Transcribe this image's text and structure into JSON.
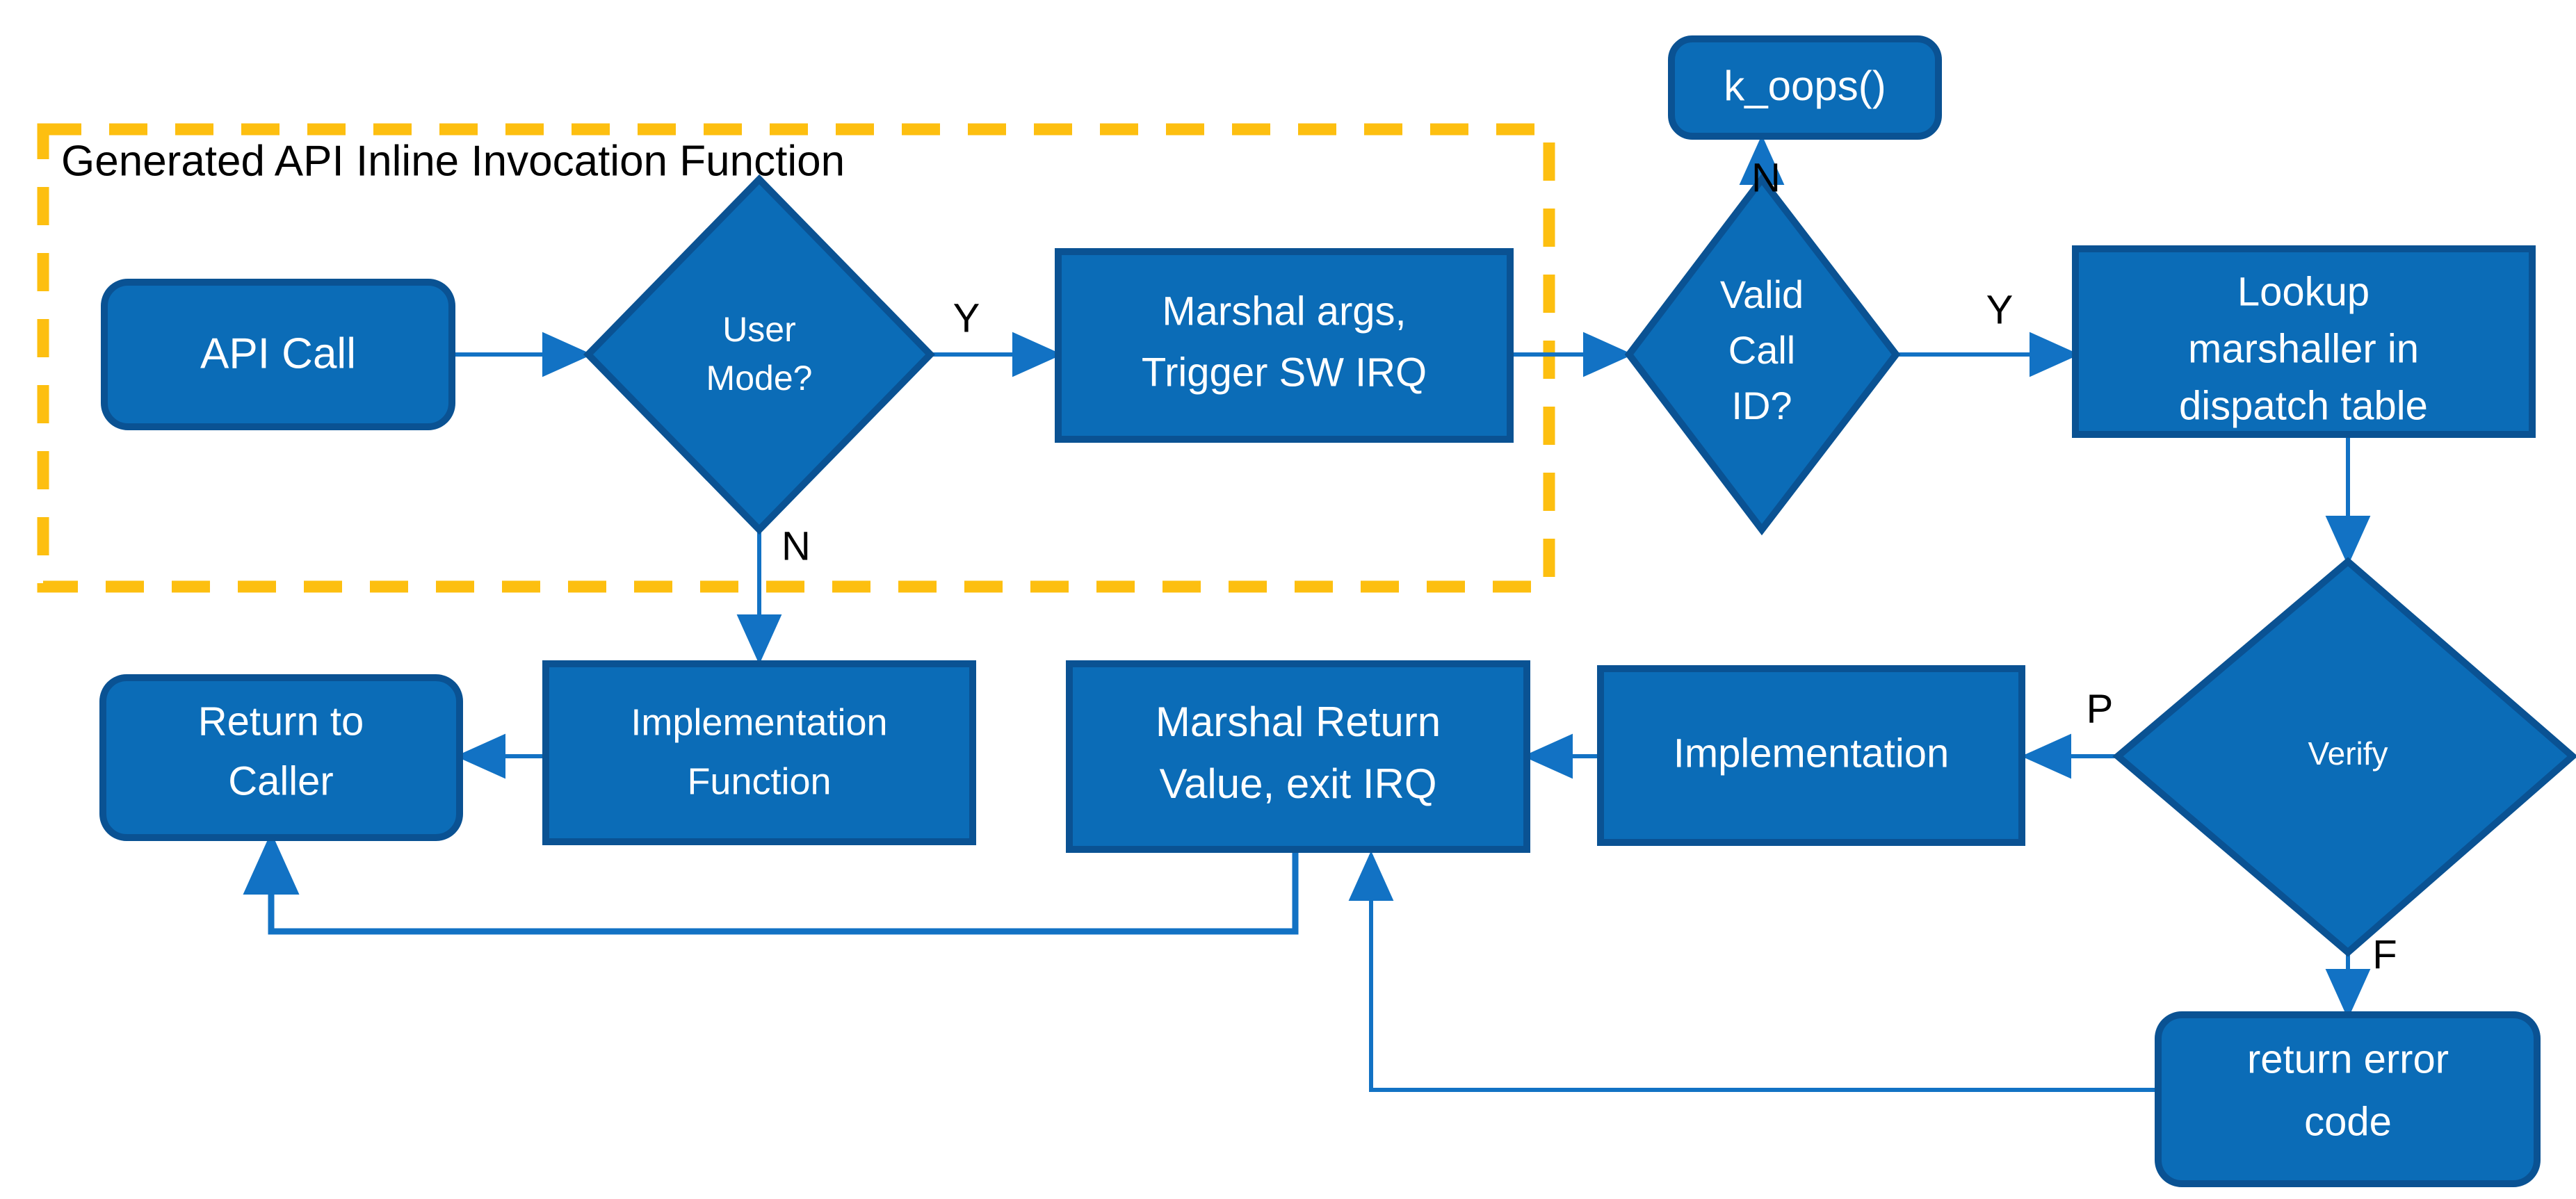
{
  "diagram": {
    "title": "Generated API Inline Invocation Function",
    "type": "flowchart",
    "colors": {
      "node_fill": "#0b6cb7",
      "node_border": "#0a5293",
      "node_text": "#ffffff",
      "connector": "#1272c4",
      "group_border": "#fdbf10",
      "label_text": "#000000",
      "background": "#ffffff"
    },
    "group": {
      "label": "Generated API Inline Invocation Function"
    },
    "nodes": [
      {
        "id": "api_call",
        "label": "API Call",
        "shape": "rounded-rect"
      },
      {
        "id": "user_mode",
        "label_line1": "User",
        "label_line2": "Mode?",
        "shape": "diamond"
      },
      {
        "id": "marshal_args",
        "label_line1": "Marshal args,",
        "label_line2": "Trigger SW IRQ",
        "shape": "rect"
      },
      {
        "id": "k_oops",
        "label": "k_oops()",
        "shape": "rounded-rect"
      },
      {
        "id": "valid_call",
        "label_line1": "Valid",
        "label_line2": "Call",
        "label_line3": "ID?",
        "shape": "diamond"
      },
      {
        "id": "lookup",
        "label_line1": "Lookup",
        "label_line2": "marshaller in",
        "label_line3": "dispatch table",
        "shape": "rect"
      },
      {
        "id": "verify",
        "label": "Verify",
        "shape": "diamond"
      },
      {
        "id": "implementation",
        "label": "Implementation",
        "shape": "rect"
      },
      {
        "id": "marshal_ret",
        "label_line1": "Marshal Return",
        "label_line2": "Value, exit IRQ",
        "shape": "rect"
      },
      {
        "id": "impl_func",
        "label_line1": "Implementation",
        "label_line2": "Function",
        "shape": "rect"
      },
      {
        "id": "return_caller",
        "label_line1": "Return to",
        "label_line2": "Caller",
        "shape": "rounded-rect"
      },
      {
        "id": "return_error",
        "label_line1": "return error",
        "label_line2": "code",
        "shape": "rounded-rect"
      }
    ],
    "edge_labels": {
      "user_mode_yes": "Y",
      "user_mode_no": "N",
      "valid_call_yes": "Y",
      "valid_call_no": "N",
      "verify_pass": "P",
      "verify_fail": "F"
    }
  }
}
